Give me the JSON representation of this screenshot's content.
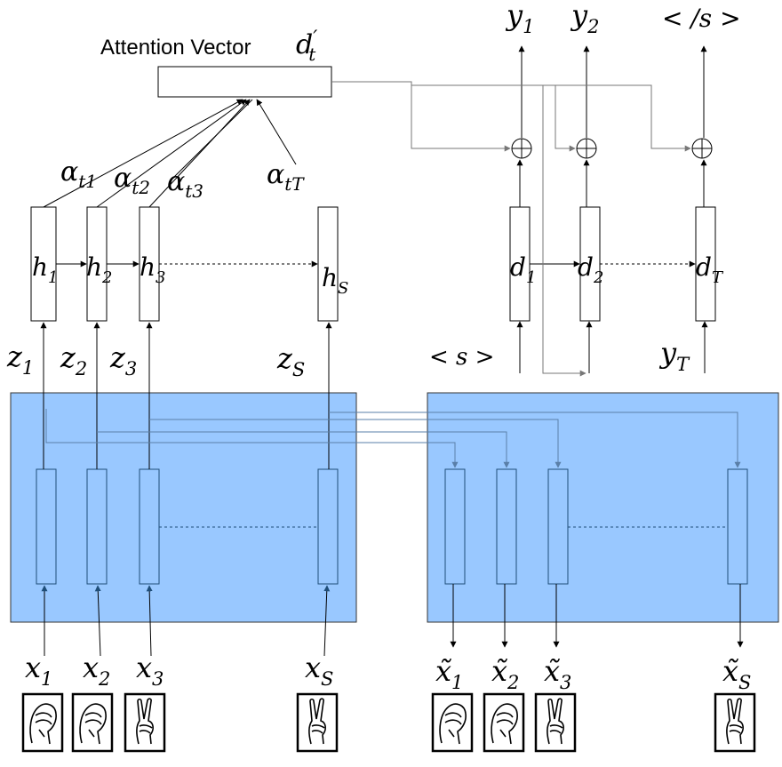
{
  "attention": {
    "label": "Attention Vector",
    "symbol": "d",
    "symbol_sub": "t",
    "symbol_prime": "′"
  },
  "alphas": [
    {
      "base": "α",
      "sub": "t1"
    },
    {
      "base": "α",
      "sub": "t2"
    },
    {
      "base": "α",
      "sub": "t3"
    },
    {
      "base": "α",
      "sub": "tT"
    }
  ],
  "encoder_hidden": [
    {
      "base": "h",
      "sub": "1"
    },
    {
      "base": "h",
      "sub": "2"
    },
    {
      "base": "h",
      "sub": "3"
    },
    {
      "base": "h",
      "sub": "S"
    }
  ],
  "latents": [
    {
      "base": "z",
      "sub": "1"
    },
    {
      "base": "z",
      "sub": "2"
    },
    {
      "base": "z",
      "sub": "3"
    },
    {
      "base": "z",
      "sub": "S"
    }
  ],
  "decoder_hidden": [
    {
      "base": "d",
      "sub": "1"
    },
    {
      "base": "d",
      "sub": "2"
    },
    {
      "base": "d",
      "sub": "T"
    }
  ],
  "outputs": [
    {
      "base": "y",
      "sub": "1"
    },
    {
      "base": "y",
      "sub": "2"
    },
    {
      "base": "< /s >",
      "sub": ""
    }
  ],
  "decoder_inputs": [
    {
      "base": "< s >",
      "sub": ""
    },
    {
      "base": "y",
      "sub": "T"
    }
  ],
  "inputs": [
    {
      "base": "x",
      "sub": "1"
    },
    {
      "base": "x",
      "sub": "2"
    },
    {
      "base": "x",
      "sub": "3"
    },
    {
      "base": "x",
      "sub": "S"
    }
  ],
  "reconstructions": [
    {
      "base": "x̃",
      "sub": "1"
    },
    {
      "base": "x̃",
      "sub": "2"
    },
    {
      "base": "x̃",
      "sub": "3"
    },
    {
      "base": "x̃",
      "sub": "S"
    }
  ],
  "plus_symbol": "⊕",
  "colors": {
    "block_fill": "#99c8ff",
    "block_stroke": "#333333",
    "line": "#000000",
    "gray_line": "#777777",
    "blue_arrow": "#1f4e79"
  },
  "icons": [
    "hand-sign-a-icon",
    "hand-sign-a-icon",
    "hand-sign-v-icon",
    "hand-sign-v-icon"
  ]
}
